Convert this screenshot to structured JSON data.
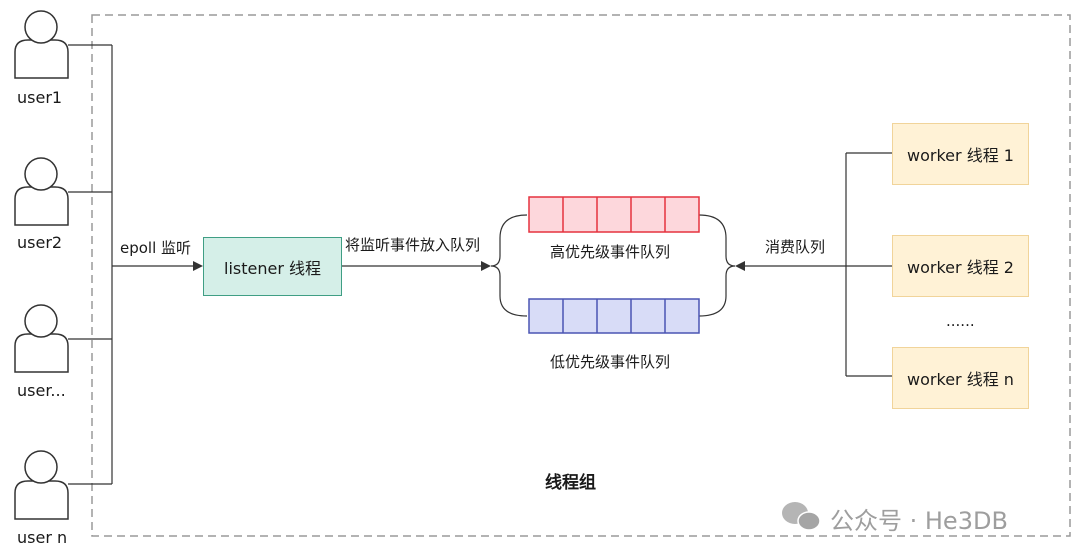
{
  "users": [
    "user1",
    "user2",
    "user...",
    "user n"
  ],
  "edge_labels": {
    "epoll": "epoll 监听",
    "enqueue": "将监听事件放入队列",
    "consume": "消费队列"
  },
  "listener": "listener 线程",
  "queues": {
    "high": {
      "label": "高优先级事件队列",
      "fill": "#fdd7dc",
      "stroke": "#e5323f",
      "cells": 5
    },
    "low": {
      "label": "低优先级事件队列",
      "fill": "#d8dcf7",
      "stroke": "#4a55b3",
      "cells": 5
    }
  },
  "workers": [
    "worker 线程 1",
    "worker 线程 2",
    "worker 线程 n"
  ],
  "worker_ellipsis": "......",
  "group_label": "线程组",
  "watermark": "公众号 · He3DB"
}
